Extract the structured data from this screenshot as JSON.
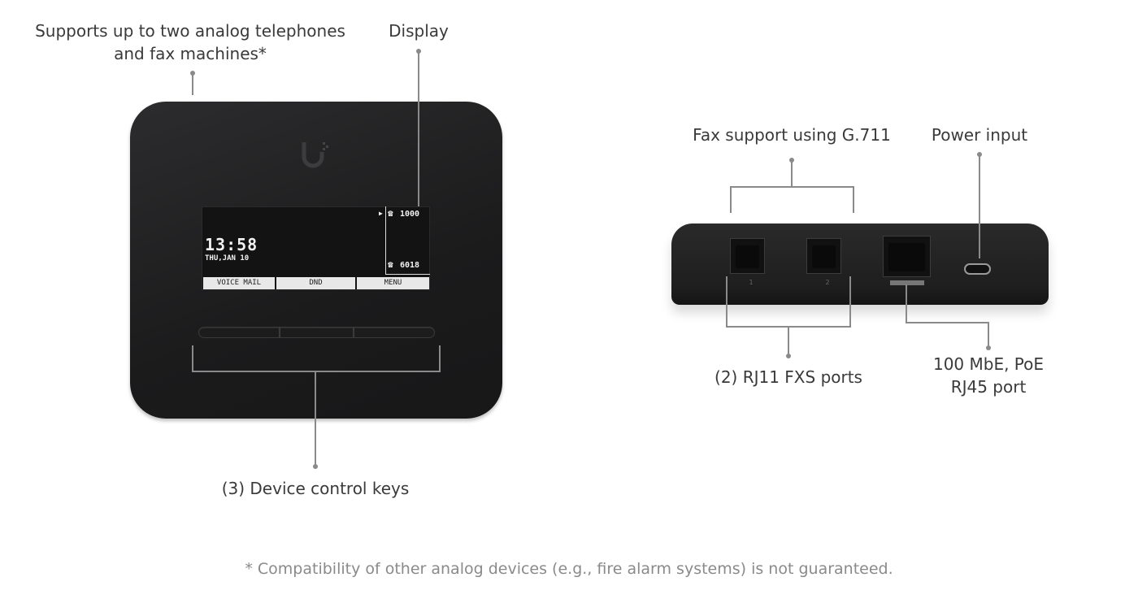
{
  "labels": {
    "analog_support_line1": "Supports up to two analog telephones",
    "analog_support_line2": "and fax machines*",
    "display": "Display",
    "control_keys": "(3) Device control keys",
    "fax_support": "Fax support using G.711",
    "power_input": "Power input",
    "fxs_ports": "(2) RJ11 FXS ports",
    "rj45_line1": "100 MbE, PoE",
    "rj45_line2": "RJ45 port"
  },
  "screen": {
    "time": "13:58",
    "date": "THU,JAN 10",
    "line1_ext": "1000",
    "line2_ext": "6018",
    "softkeys": [
      "VOICE MAIL",
      "DND",
      "MENU"
    ]
  },
  "ports": {
    "port1": "1",
    "port2": "2"
  },
  "footnote": "* Compatibility of other analog devices (e.g., fire alarm systems) is not guaranteed."
}
